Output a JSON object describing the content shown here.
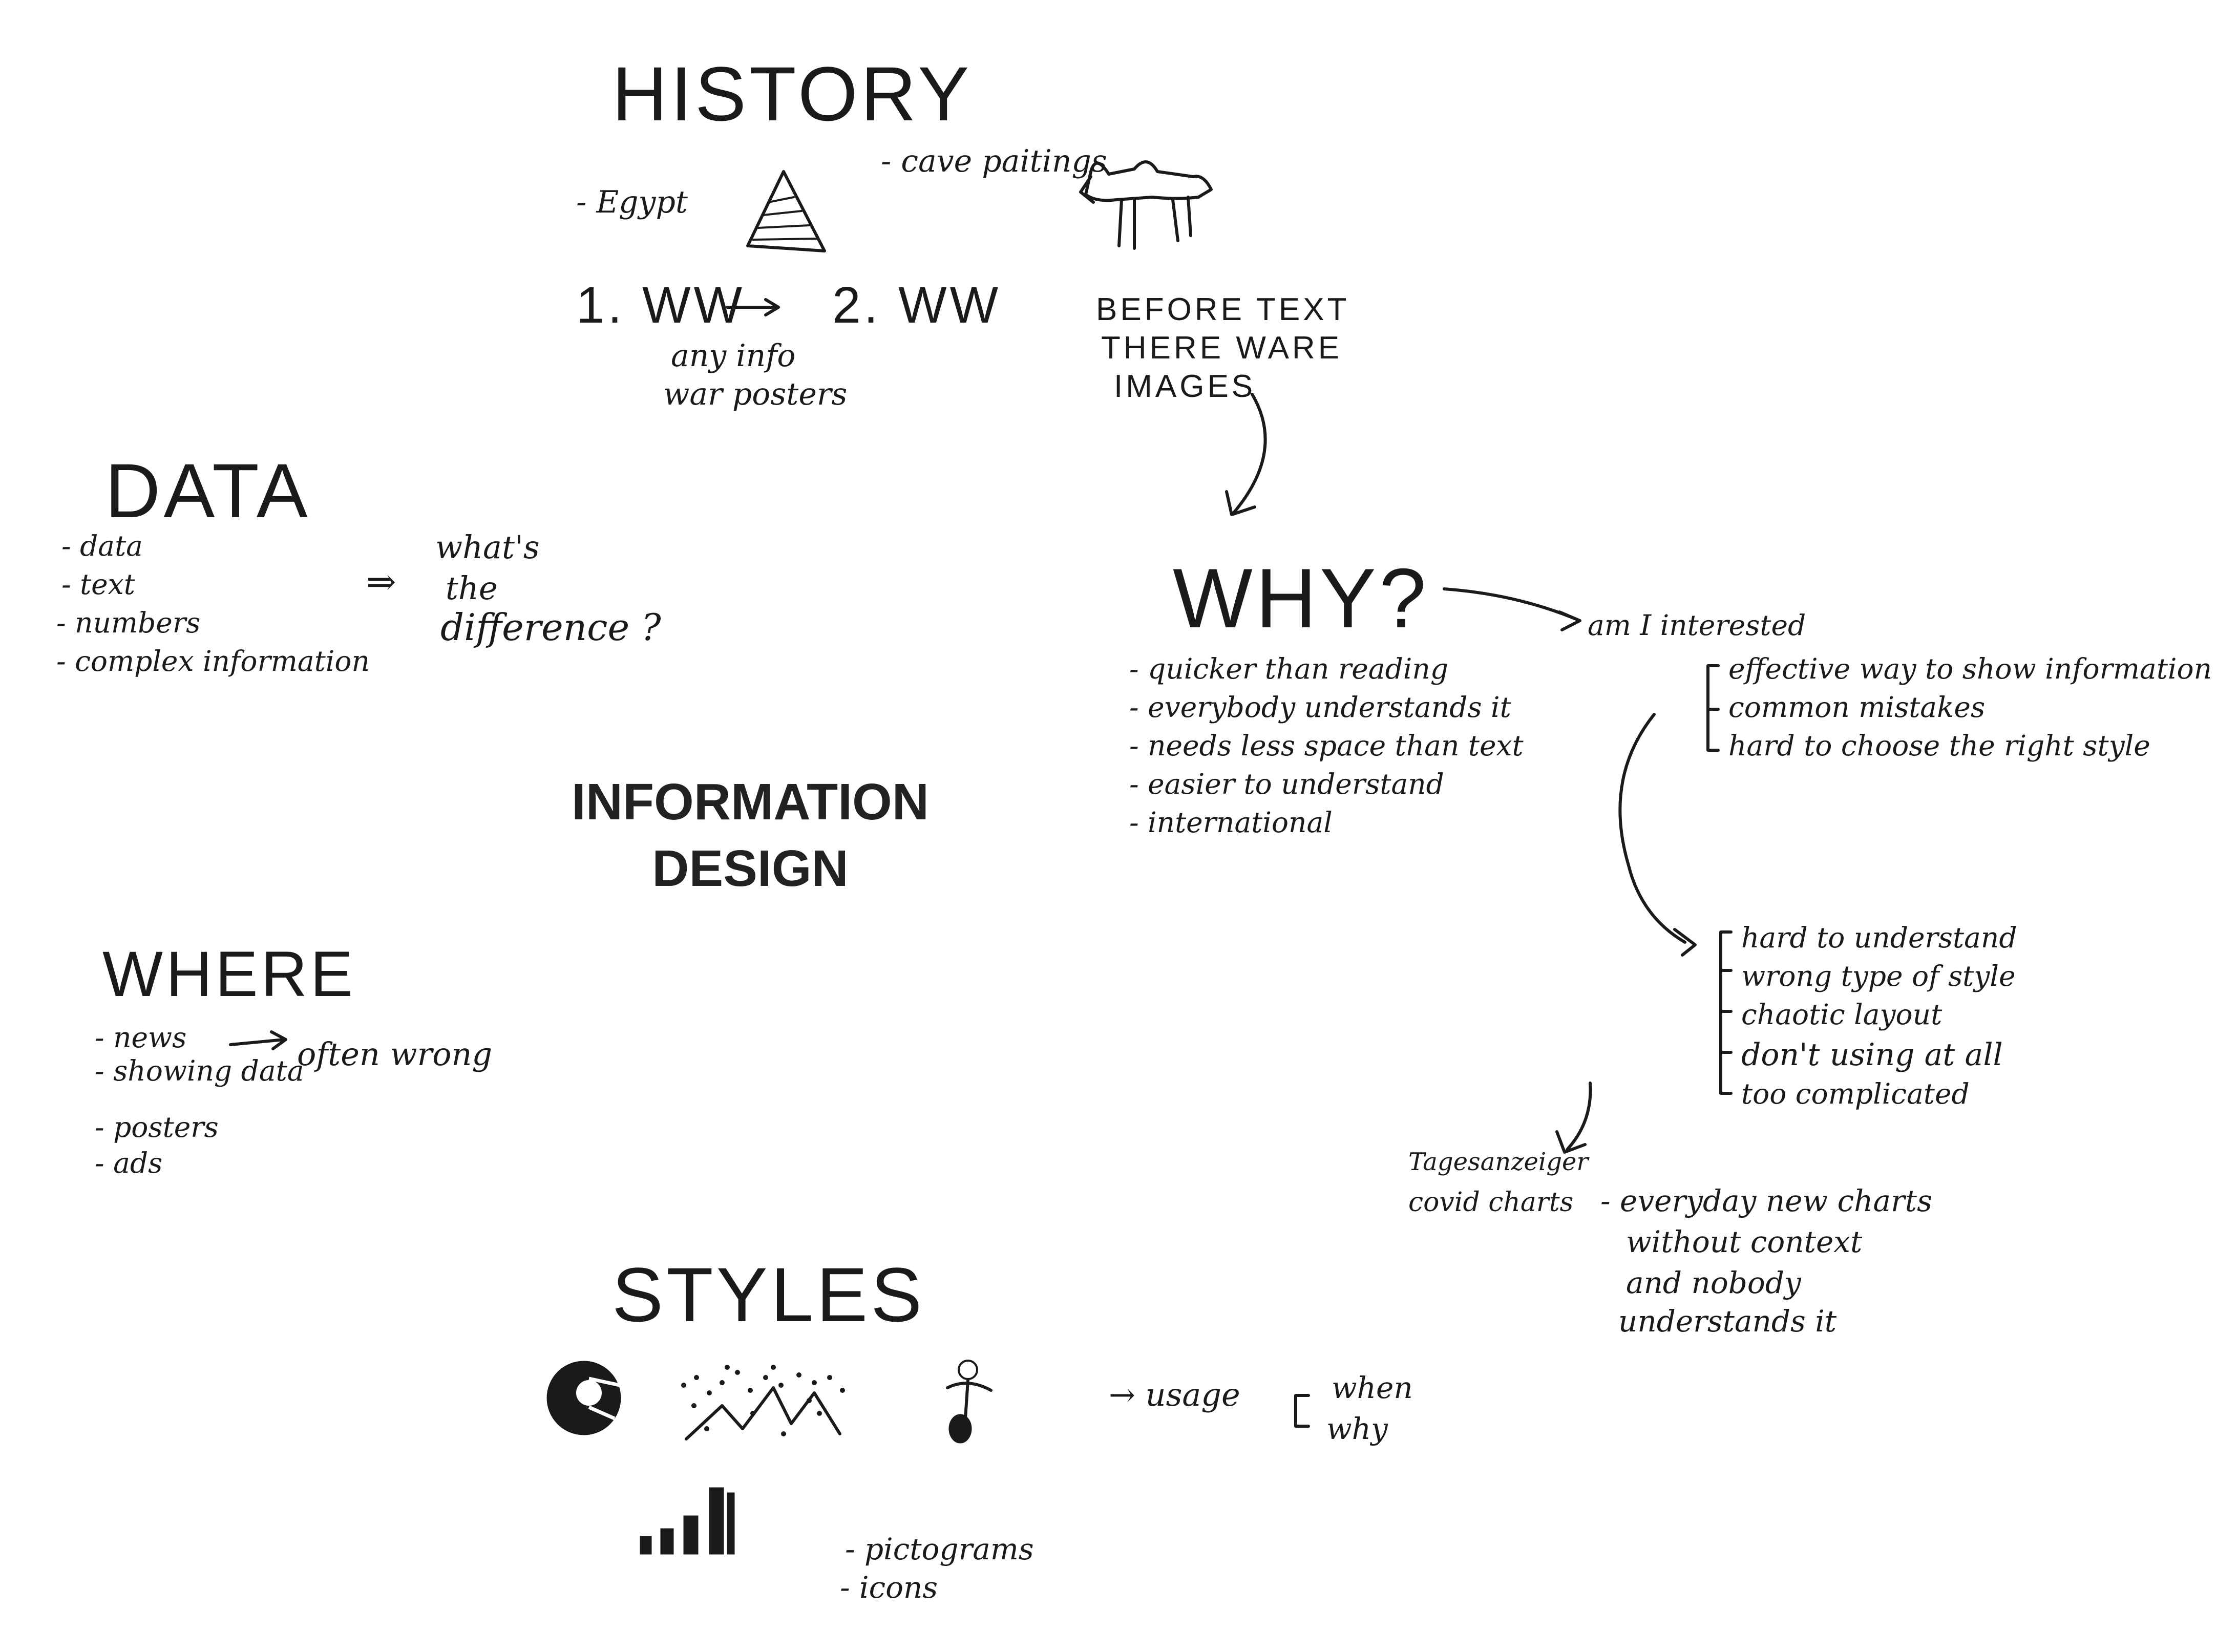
{
  "center": {
    "line1": "INFORMATION",
    "line2": "DESIGN"
  },
  "history": {
    "heading": "HISTORY",
    "egypt": "- Egypt",
    "cave": "- cave paitings",
    "ww1": "1. WW",
    "ww2": "2. WW",
    "propaganda_line1": "any info",
    "propaganda_line2": "war posters",
    "before_line1": "BEFORE TEXT",
    "before_line2": "THERE WARE",
    "before_line3": "IMAGES"
  },
  "data_section": {
    "heading": "DATA",
    "items": [
      "- data",
      "- text",
      "- numbers",
      "- complex information"
    ],
    "implies": "⇒",
    "question_line1": "what's",
    "question_line2": "the",
    "question_line3": "difference ?"
  },
  "why": {
    "heading": "WHY?",
    "items": [
      "- quicker than reading",
      "- everybody understands it",
      "- needs less space than text",
      "- easier to understand",
      "- international"
    ],
    "interested": "am I interested",
    "pros": [
      "effective way to show information",
      "common mistakes",
      "hard to choose the right style"
    ],
    "mistakes": [
      "hard to understand",
      "wrong type of style",
      "chaotic layout",
      "don't using at all",
      "too complicated"
    ],
    "example_line1": "Tagesanzeiger",
    "example_line2": "covid charts",
    "example_note": [
      "- everyday new charts",
      "without context",
      "and nobody",
      "understands it"
    ]
  },
  "where": {
    "heading": "WHERE",
    "items": [
      "- news",
      "- showing data",
      "- posters",
      "- ads"
    ],
    "often_wrong": "often wrong"
  },
  "styles": {
    "heading": "STYLES",
    "usage": "→ usage",
    "usage_items": [
      "when",
      "why"
    ],
    "types": [
      "- pictograms",
      "- icons"
    ]
  },
  "icons": [
    "pyramid-icon",
    "cow-icon",
    "pie-chart-icon",
    "scatter-chart-icon",
    "pictogram-figure-icon",
    "bar-chart-icon"
  ]
}
